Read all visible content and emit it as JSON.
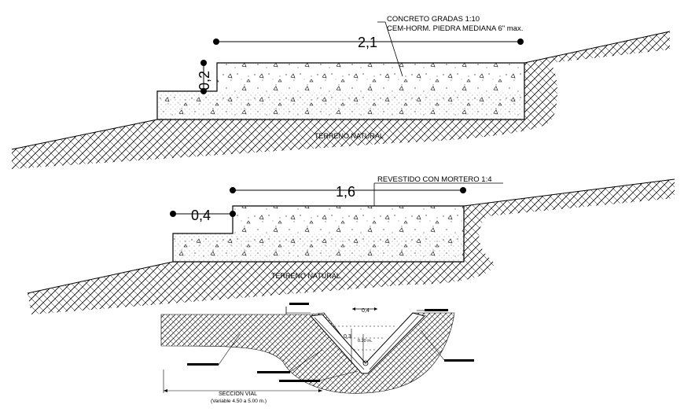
{
  "section1": {
    "note_line1": "CONCRETO GRADAS 1:10",
    "note_line2": "CEM-HORM. PIEDRA MEDIANA 6\" max.",
    "dim_width": "2,1",
    "dim_height": "0,2",
    "ground_label": "TERRENO NATURAL"
  },
  "section2": {
    "note_line1": "REVESTIDO CON MORTERO 1:4",
    "dim_width": "1,6",
    "dim_height": "0,4",
    "ground_label": "TERRENO NATURAL"
  },
  "section3": {
    "top_width": "0,4",
    "depth": "0,3",
    "water_depth": "0.20 m.",
    "title_line1": "SECCION VIAL",
    "title_line2": "(Variable 4.50 a 5.00 m.)"
  }
}
